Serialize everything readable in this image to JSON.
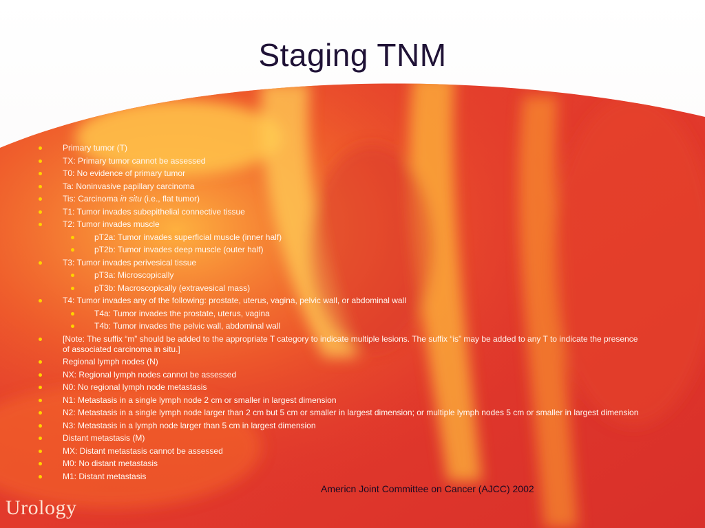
{
  "slide": {
    "title": "Staging TNM",
    "citation": "Americn Joint Committee on Cancer (AJCC)  2002",
    "logo_text": "Urology",
    "bullet_color": "#ffd200",
    "text_color": "#fff8f2"
  },
  "bullets": [
    {
      "level": 1,
      "text": "Primary tumor (T)"
    },
    {
      "level": 1,
      "text": "TX: Primary tumor cannot be assessed"
    },
    {
      "level": 1,
      "text": "T0: No evidence of primary tumor"
    },
    {
      "level": 1,
      "text": "Ta: Noninvasive papillary carcinoma"
    },
    {
      "level": 1,
      "pre": "Tis: Carcinoma ",
      "em": "in situ",
      "post": " (i.e., flat tumor)"
    },
    {
      "level": 1,
      "text": "T1: Tumor invades subepithelial connective tissue"
    },
    {
      "level": 1,
      "text": "T2: Tumor invades muscle"
    },
    {
      "level": 2,
      "text": "pT2a: Tumor invades superficial muscle (inner half)"
    },
    {
      "level": 2,
      "text": "pT2b: Tumor invades deep muscle (outer half)"
    },
    {
      "level": 1,
      "text": "T3: Tumor invades perivesical tissue"
    },
    {
      "level": 2,
      "text": "pT3a: Microscopically"
    },
    {
      "level": 2,
      "text": "pT3b: Macroscopically (extravesical mass)"
    },
    {
      "level": 1,
      "text": "T4: Tumor invades any of the following: prostate, uterus, vagina, pelvic wall, or abdominal wall"
    },
    {
      "level": 2,
      "text": "T4a: Tumor invades the prostate, uterus, vagina"
    },
    {
      "level": 2,
      "text": "T4b: Tumor invades the pelvic wall, abdominal wall"
    },
    {
      "level": 1,
      "text": " [Note: The suffix “m” should be added to the appropriate T category to indicate multiple lesions. The suffix “is” may be added to any T to indicate the presence of associated carcinoma in situ.]"
    },
    {
      "level": 1,
      "text": "Regional lymph nodes (N)"
    },
    {
      "level": 1,
      "text": "NX: Regional lymph nodes cannot be assessed"
    },
    {
      "level": 1,
      "text": "N0: No regional lymph node metastasis"
    },
    {
      "level": 1,
      "text": "N1: Metastasis in a single lymph node 2 cm or smaller in largest dimension"
    },
    {
      "level": 1,
      "text": "N2: Metastasis in a single lymph node larger than 2 cm but 5 cm or smaller in largest dimension; or multiple lymph nodes 5 cm or smaller in largest dimension"
    },
    {
      "level": 1,
      "text": "N3: Metastasis in a lymph node larger than 5 cm in largest dimension"
    },
    {
      "level": 1,
      "text": "Distant metastasis (M)"
    },
    {
      "level": 1,
      "text": "MX: Distant metastasis cannot be assessed"
    },
    {
      "level": 1,
      "text": "M0: No distant metastasis"
    },
    {
      "level": 1,
      "text": "M1: Distant metastasis"
    }
  ]
}
